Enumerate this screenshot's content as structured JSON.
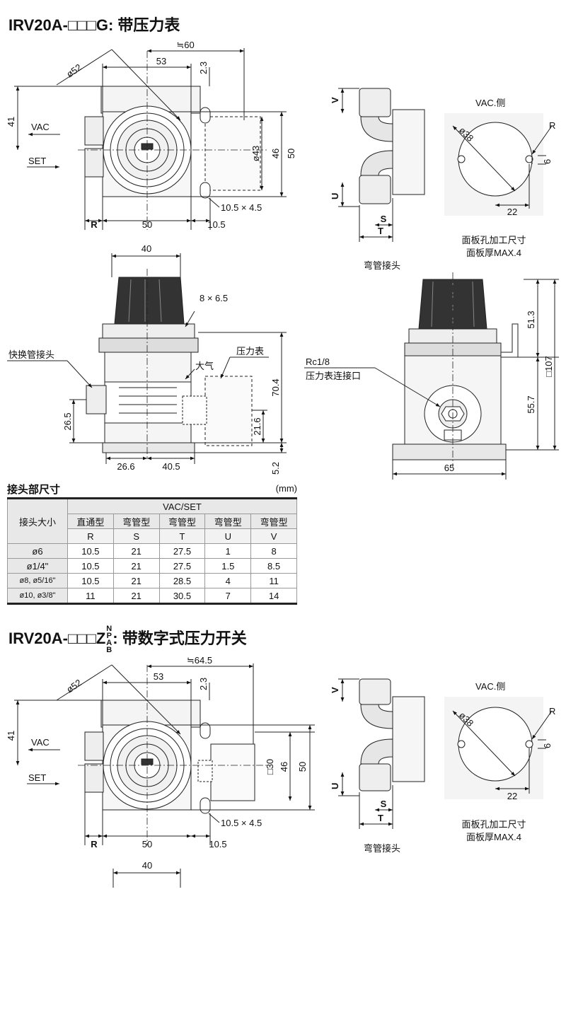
{
  "section1": {
    "title": "IRV20A-□□□G: 带压力表",
    "top_view": {
      "dims": {
        "d60": "≒60",
        "d53": "53",
        "d2_3": "2.3",
        "d52": "ø52",
        "d41": "41",
        "d43": "ø43",
        "d46": "46",
        "d50v": "50",
        "slot": "10.5 × 4.5",
        "r": "R",
        "d50h": "50",
        "d10_5": "10.5"
      },
      "labels": {
        "vac": "VAC",
        "set": "SET"
      }
    },
    "elbow_view": {
      "v": "V",
      "u": "U",
      "s": "S",
      "t": "T",
      "caption": "弯管接头"
    },
    "panel_view": {
      "vac_side": "VAC.侧",
      "d38": "ø38",
      "r": "R",
      "d6": "6",
      "d22": "22",
      "caption1": "面板孔加工尺寸",
      "caption2": "面板厚MAX.4"
    },
    "front_view": {
      "dims": {
        "d40": "40",
        "hole": "8 × 6.5",
        "d70_4": "70.4",
        "d26_5": "26.5",
        "d21_6": "21.6",
        "d26_6": "26.6",
        "d40_5": "40.5",
        "d5_2": "5.2"
      },
      "labels": {
        "quick": "快换管接头",
        "atm": "大气",
        "gauge": "压力表"
      }
    },
    "side_view": {
      "dims": {
        "d51_3": "51.3",
        "d107": "□107",
        "d55_7": "55.7",
        "d65": "65"
      },
      "labels": {
        "rc": "Rc1/8",
        "port": "压力表连接口"
      }
    }
  },
  "table": {
    "title": "接头部尺寸",
    "unit": "(mm)",
    "row_header": "接头大小",
    "group_header": "VAC/SET",
    "types": [
      "直通型",
      "弯管型",
      "弯管型",
      "弯管型",
      "弯管型"
    ],
    "cols": [
      "R",
      "S",
      "T",
      "U",
      "V"
    ],
    "rows": [
      {
        "size": "ø6",
        "values": [
          "10.5",
          "21",
          "27.5",
          "1",
          "8"
        ]
      },
      {
        "size": "ø1/4\"",
        "values": [
          "10.5",
          "21",
          "27.5",
          "1.5",
          "8.5"
        ]
      },
      {
        "size": "ø8, ø5/16\"",
        "values": [
          "10.5",
          "21",
          "28.5",
          "4",
          "11"
        ]
      },
      {
        "size": "ø10, ø3/8\"",
        "values": [
          "11",
          "21",
          "30.5",
          "7",
          "14"
        ]
      }
    ]
  },
  "section2": {
    "title_prefix": "IRV20A-□□□Z",
    "title_stack": [
      "N",
      "P",
      "A",
      "B"
    ],
    "title_suffix": ": 带数字式压力开关",
    "top_view": {
      "dims": {
        "d64_5": "≒64.5",
        "d53": "53",
        "d2_3": "2.3",
        "d52": "ø52",
        "d41": "41",
        "d30": "□30",
        "d46": "46",
        "d50v": "50",
        "slot": "10.5 × 4.5",
        "r": "R",
        "d50h": "50",
        "d10_5": "10.5",
        "d40": "40"
      },
      "labels": {
        "vac": "VAC",
        "set": "SET"
      }
    },
    "elbow_view": {
      "v": "V",
      "u": "U",
      "s": "S",
      "t": "T",
      "caption": "弯管接头"
    },
    "panel_view": {
      "vac_side": "VAC.侧",
      "d38": "ø38",
      "r": "R",
      "d6": "6",
      "d22": "22",
      "caption1": "面板孔加工尺寸",
      "caption2": "面板厚MAX.4"
    }
  }
}
